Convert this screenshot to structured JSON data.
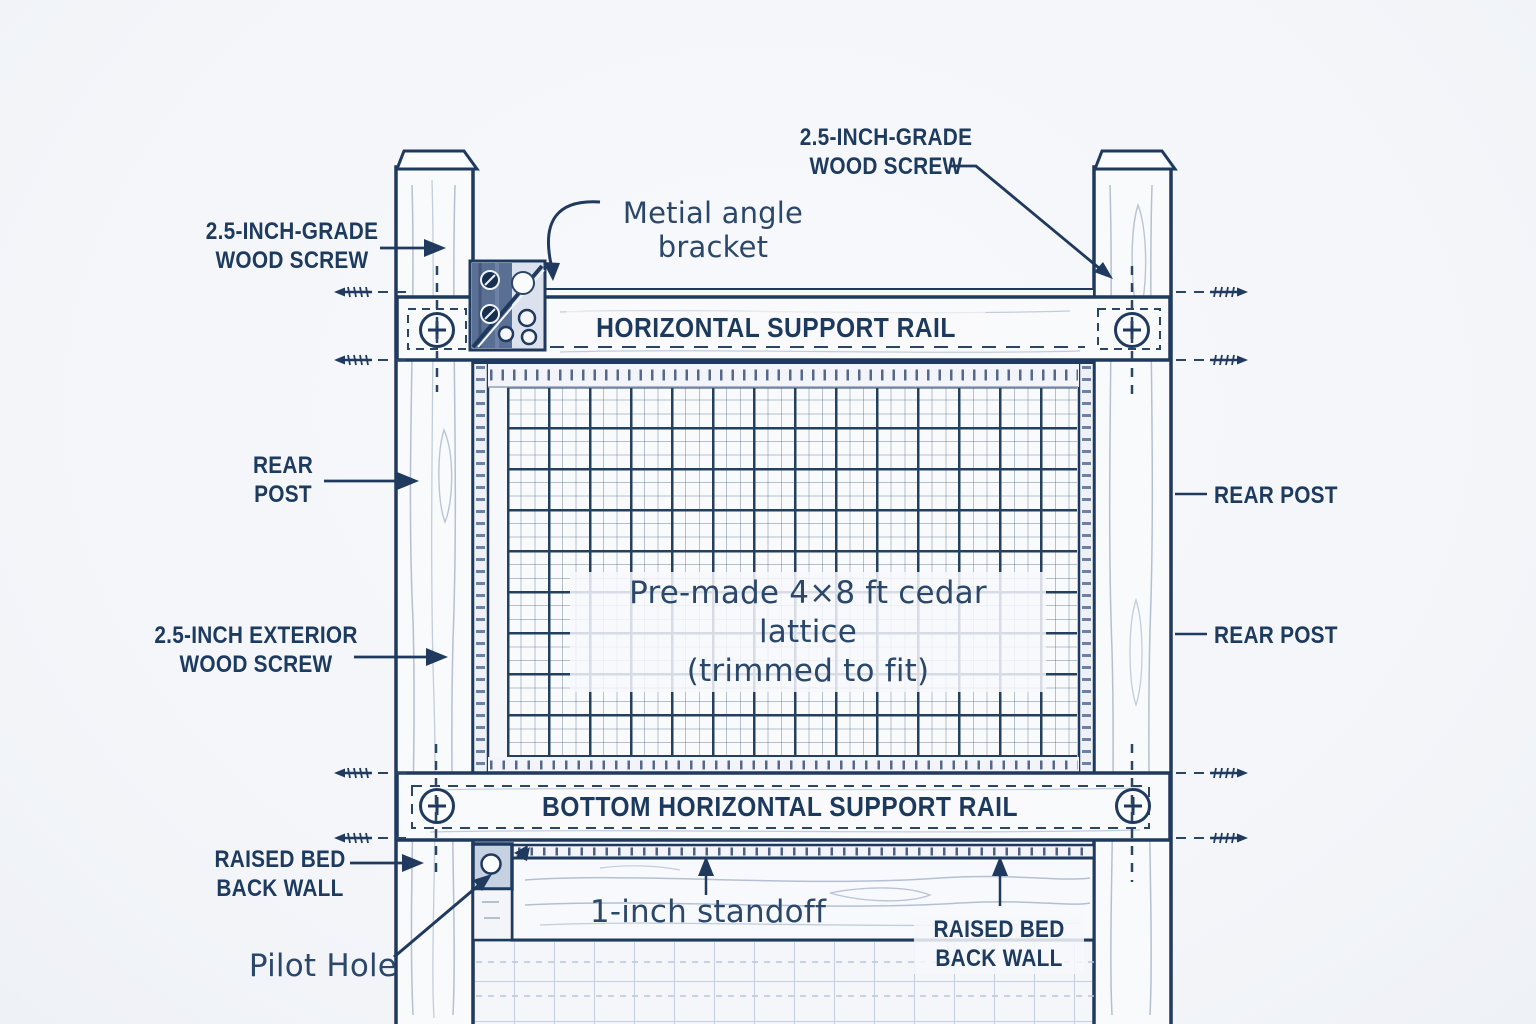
{
  "colors": {
    "background": "#f4f6f9",
    "ink": "#1f3a5e",
    "text": "#1d3a5f",
    "faint_grid": "#c4cfe2",
    "wood_fill": "#f9fafc",
    "wood_grain": "#b4c0d2",
    "bracket_dark": "#5a6f94",
    "bracket_light": "#dbe2ee",
    "metal_fill": "#c6d1e1"
  },
  "labels": {
    "screw_grade_left": "2.5-INCH-GRADE\nWOOD SCREW",
    "screw_grade_right": "2.5-INCH-GRADE\nWOOD SCREW",
    "angle_bracket": "Metial angle bracket",
    "horizontal_rail": "HORIZONTAL SUPPORT RAIL",
    "rear_post_left": "REAR\nPOST",
    "rear_post_right_upper": "REAR POST",
    "rear_post_right_lower": "REAR POST",
    "exterior_screw": "2.5-INCH EXTERIOR\nWOOD SCREW",
    "lattice": "Pre-made 4×8 ft cedar lattice\n(trimmed to fit)",
    "bottom_rail": "BOTTOM HORIZONTAL SUPPORT RAIL",
    "raised_bed_left": "RAISED BED\nBACK WALL",
    "standoff": "1-inch standoff",
    "raised_bed_right": "RAISED BED\nBACK WALL",
    "pilot_hole": "Pilot Hole"
  }
}
